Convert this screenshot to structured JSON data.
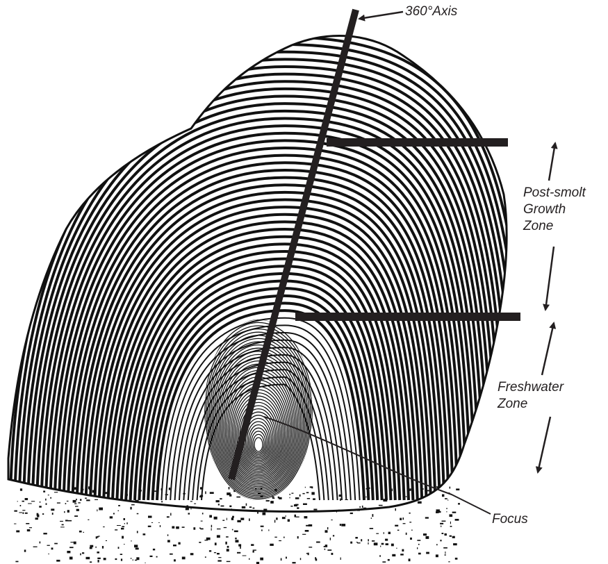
{
  "labels": {
    "axis": "360°Axis",
    "post_smolt": [
      "Post-smolt",
      "Growth",
      "Zone"
    ],
    "freshwater": [
      "Freshwater",
      "Zone"
    ],
    "focus": "Focus"
  },
  "colors": {
    "ink": "#231f20",
    "ridge": "#111111",
    "background": "#ffffff"
  },
  "icons": [
    "arrow-up-icon",
    "arrow-down-icon",
    "arrow-left-icon"
  ]
}
